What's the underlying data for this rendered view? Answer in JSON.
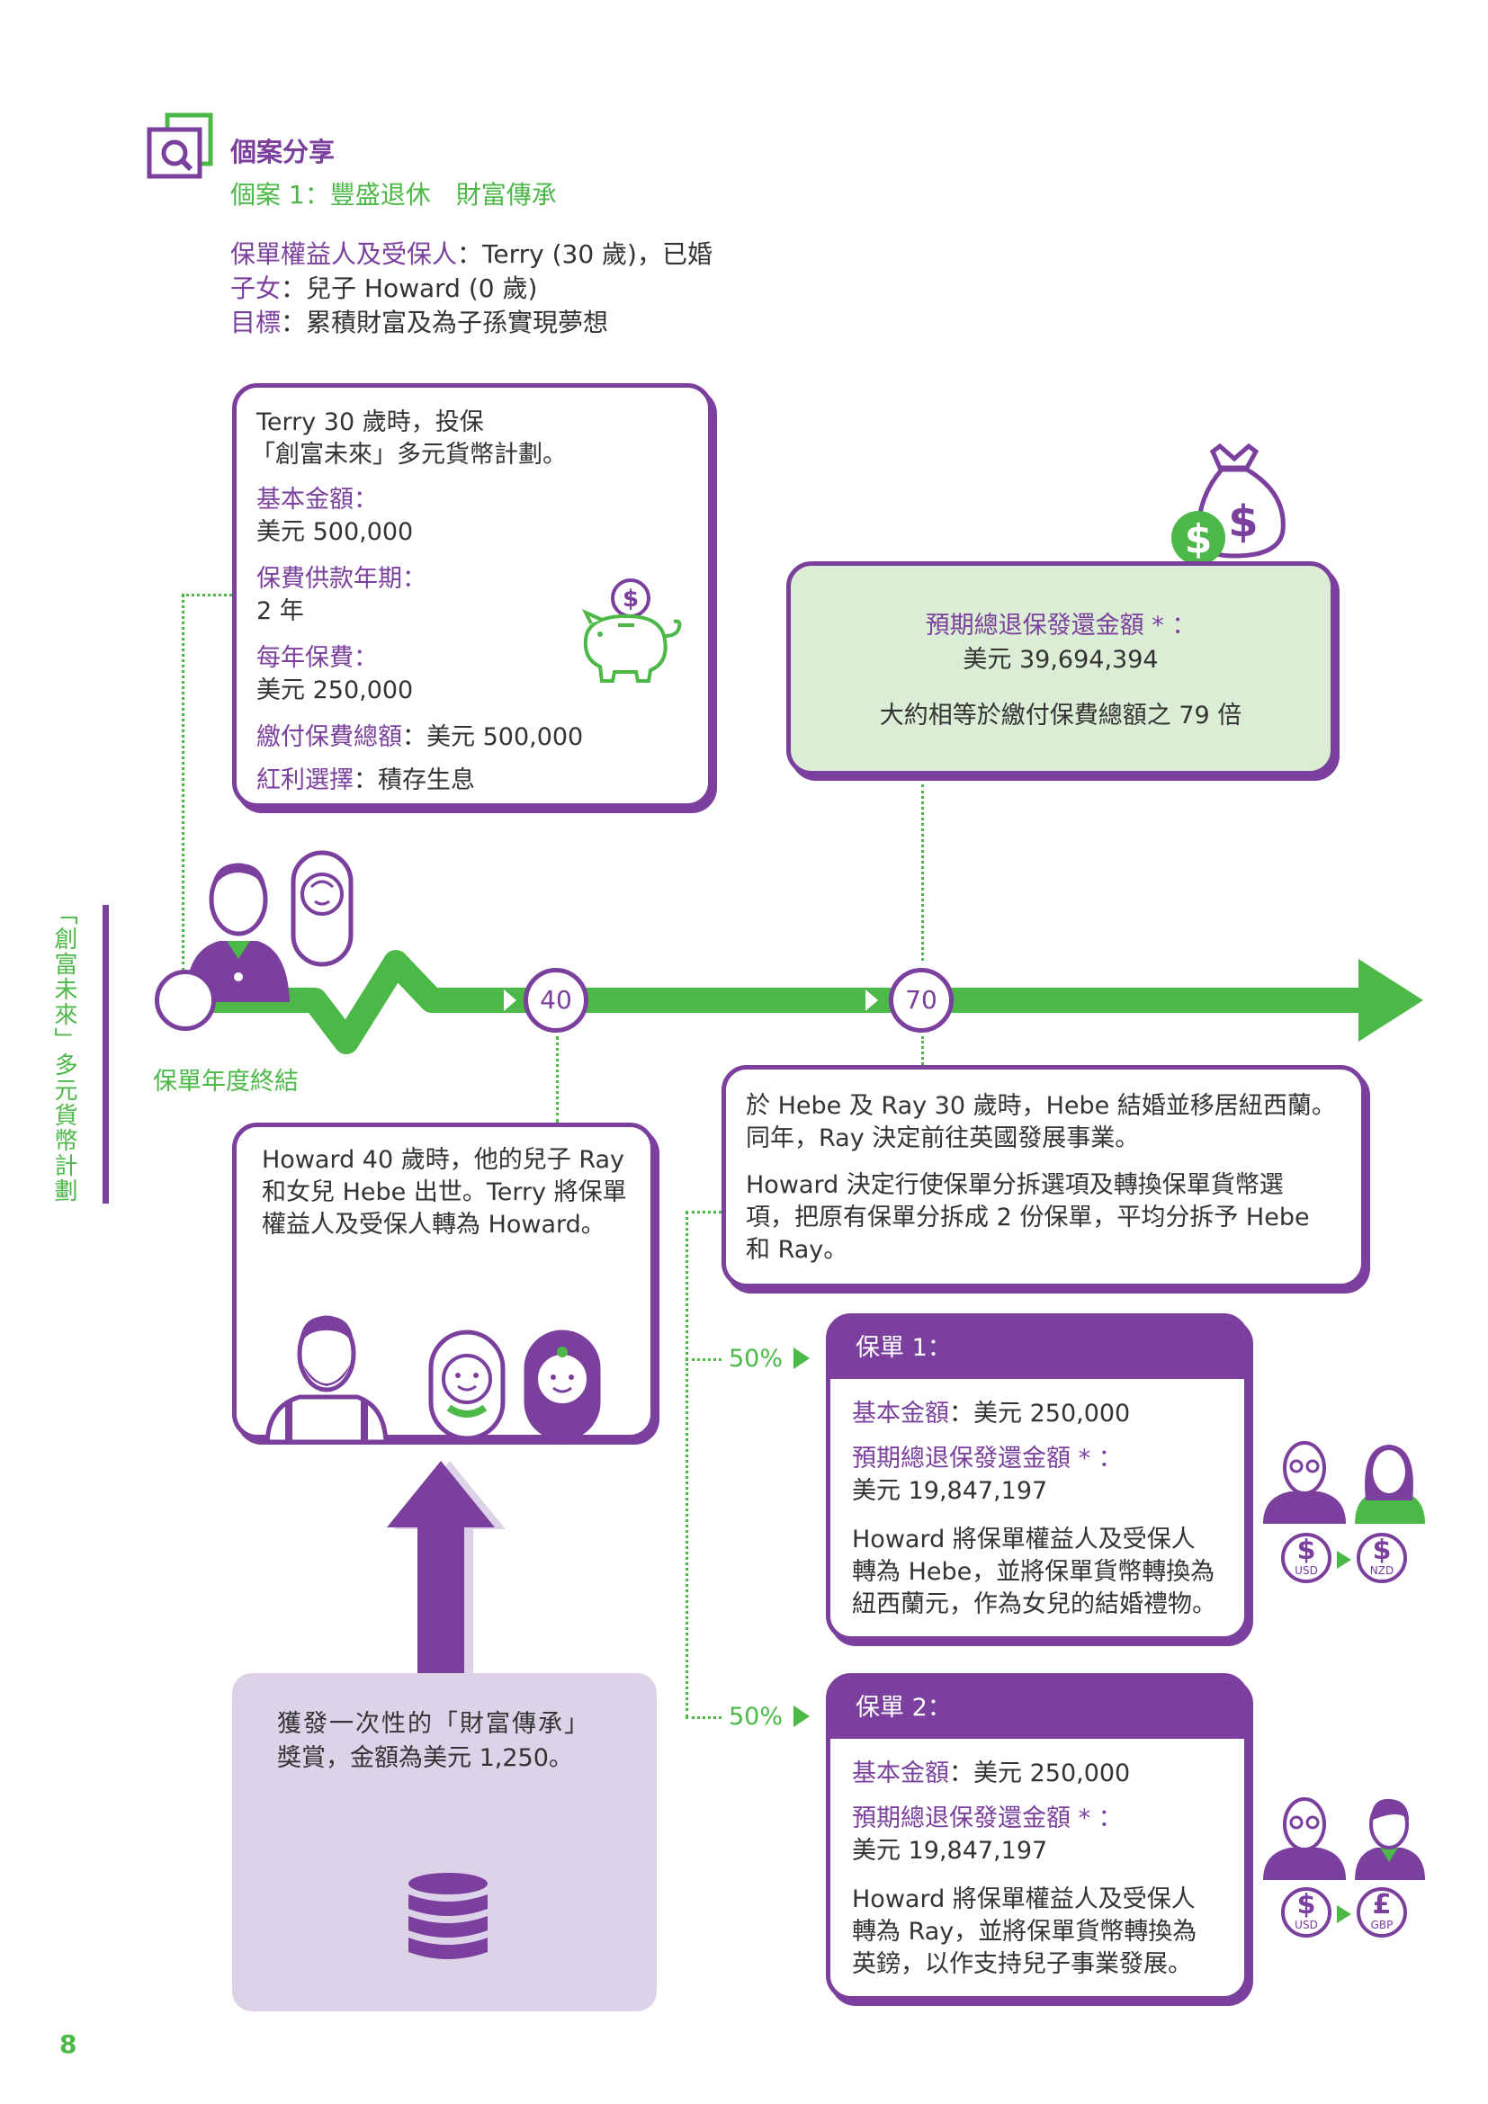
{
  "header": {
    "section_title": "個案分享",
    "case_title": "個案 1：豐盛退休　財富傳承",
    "policyholder_label": "保單權益人及受保人",
    "policyholder_value": "：Terry (30 歲)，已婚",
    "child_label": "子女",
    "child_value": "：兒子 Howard (0 歲)",
    "goal_label": "目標",
    "goal_value": "：累積財富及為子孫實現夢想"
  },
  "plan_box": {
    "intro_line1": "Terry 30 歲時，投保",
    "intro_line2": "「創富未來」多元貨幣計劃。",
    "basic_amount_label": "基本金額：",
    "basic_amount_value": "美元 500,000",
    "payment_term_label": "保費供款年期：",
    "payment_term_value": "2 年",
    "annual_premium_label": "每年保費：",
    "annual_premium_value": "美元 250,000",
    "total_premium_label": "繳付保費總額",
    "total_premium_value": "：美元 500,000",
    "dividend_label": "紅利選擇",
    "dividend_value": "：積存生息"
  },
  "retirement_box": {
    "label": "預期總退保發還金額 * ：",
    "value": "美元 39,694,394",
    "note": "大約相等於繳付保費總額之 79 倍"
  },
  "side_label": "「創富未來」多元貨幣計劃",
  "timeline": {
    "start_label": "保單年度終結",
    "milestone_1": "40",
    "milestone_2": "70"
  },
  "age40_box": {
    "line1": "Howard 40 歲時，他的兒子 Ray",
    "line2": "和女兒 Hebe 出世。Terry 將保單",
    "line3": "權益人及受保人轉為 Howard。"
  },
  "bonus_box": {
    "line1": "獲發一次性的「財富傳承」",
    "line2": "獎賞，金額為美元 1,250。"
  },
  "age70_box": {
    "line1": "於 Hebe 及 Ray 30 歲時，Hebe 結婚並移居紐西蘭。",
    "line2": "同年，Ray 決定前往英國發展事業。",
    "line3": "Howard 決定行使保單分拆選項及轉換保單貨幣選",
    "line4": "項，把原有保單分拆成 2 份保單，平均分拆予 Hebe",
    "line5": "和 Ray。"
  },
  "policies": [
    {
      "split": "50%",
      "title": "保單 1：",
      "basic_label": "基本金額",
      "basic_value": "：美元 250,000",
      "surrender_label": "預期總退保發還金額 * ：",
      "surrender_value": "美元 19,847,197",
      "desc1": "Howard 將保單權益人及受保人",
      "desc2": "轉為 Hebe，並將保單貨幣轉換為",
      "desc3": "紐西蘭元，作為女兒的結婚禮物。",
      "from_currency": "USD",
      "to_currency": "NZD"
    },
    {
      "split": "50%",
      "title": "保單 2：",
      "basic_label": "基本金額",
      "basic_value": "：美元 250,000",
      "surrender_label": "預期總退保發還金額 * ：",
      "surrender_value": "美元 19,847,197",
      "desc1": "Howard 將保單權益人及受保人",
      "desc2": "轉為 Ray，並將保單貨幣轉換為",
      "desc3": "英鎊，以作支持兒子事業發展。",
      "from_currency": "USD",
      "to_currency": "GBP"
    }
  ],
  "page_number": "8",
  "colors": {
    "purple": "#7b3f9e",
    "green": "#4cb848",
    "light_green": "#dcedd6",
    "light_purple": "#ddd3e8"
  }
}
